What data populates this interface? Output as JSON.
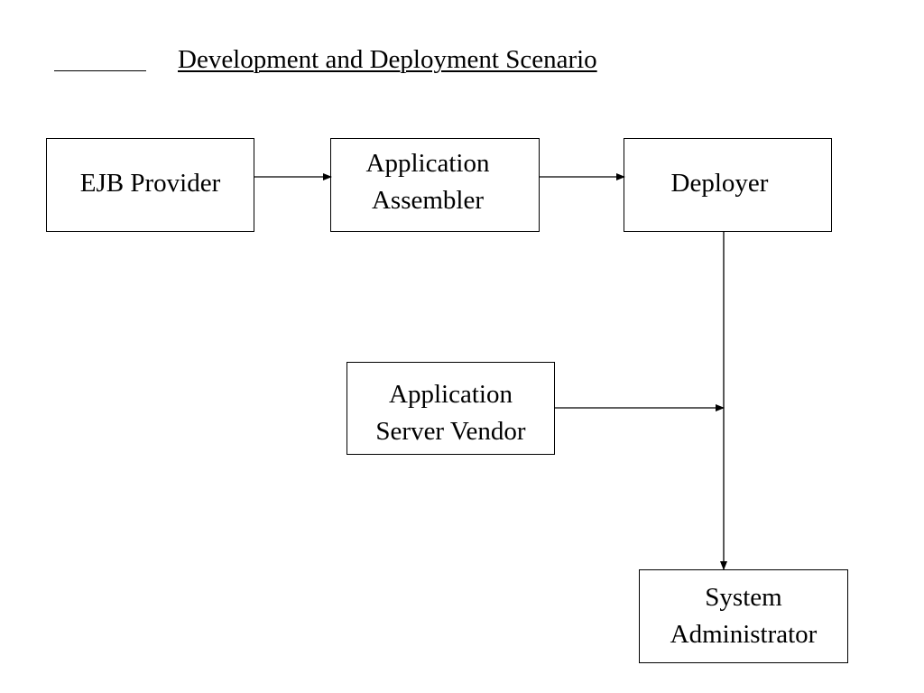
{
  "title": "Development and Deployment Scenario",
  "nodes": {
    "ejb_provider": "EJB Provider",
    "application_assembler": "Application\nAssembler",
    "deployer": "Deployer",
    "application_server_vendor": "Application\nServer Vendor",
    "system_administrator": "System\nAdministrator"
  },
  "edges": [
    {
      "from": "ejb_provider",
      "to": "application_assembler"
    },
    {
      "from": "application_assembler",
      "to": "deployer"
    },
    {
      "from": "deployer",
      "to": "system_administrator"
    },
    {
      "from": "application_server_vendor",
      "to": "deployer_to_system_administrator_line"
    }
  ]
}
